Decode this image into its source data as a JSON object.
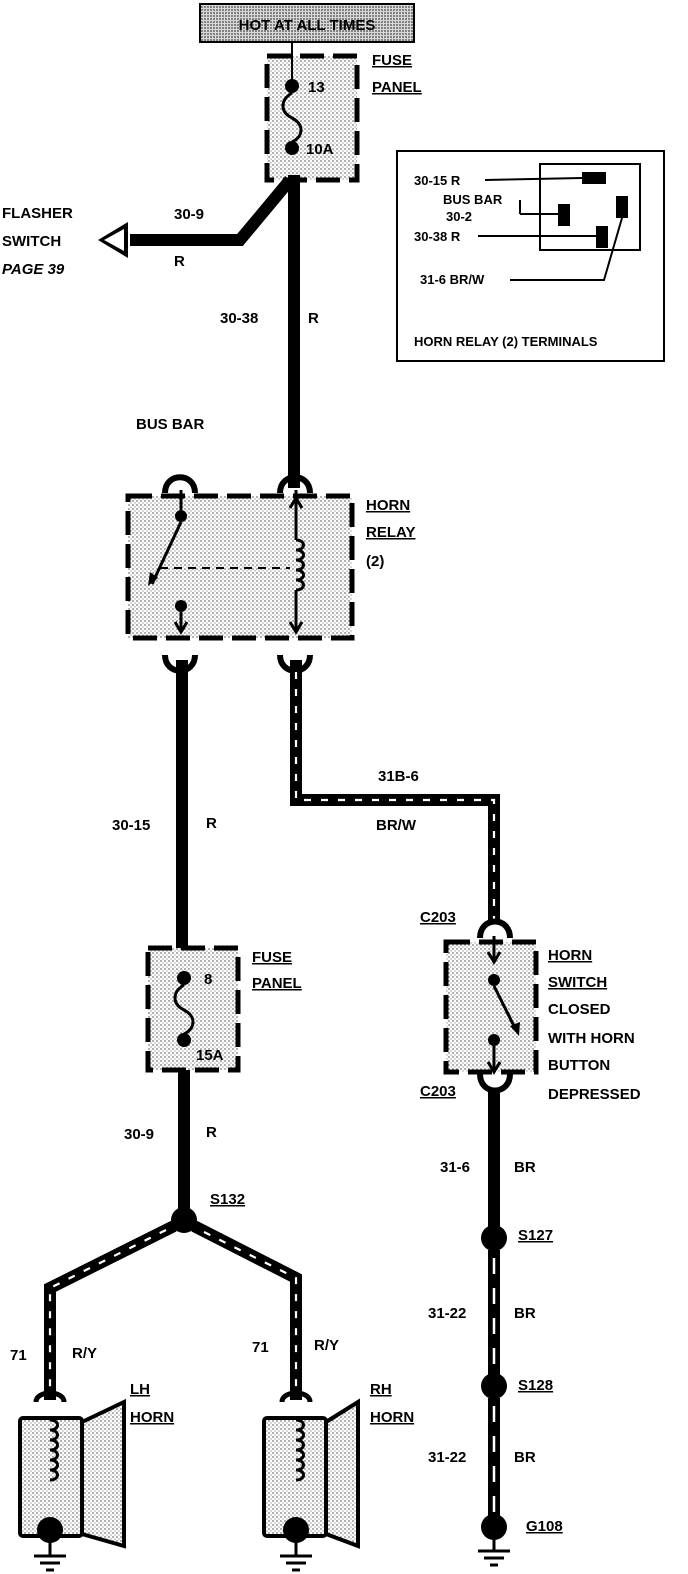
{
  "header": {
    "title": "HOT AT ALL TIMES"
  },
  "fuse_top": {
    "name_line1": "FUSE",
    "name_line2": "PANEL",
    "fuse_number": "13",
    "rating": "10A"
  },
  "flasher": {
    "line1": "FLASHER",
    "line2": "SWITCH",
    "page_ref": "PAGE 39",
    "circuit": "30-9",
    "color": "R"
  },
  "feed_wire": {
    "circuit": "30-38",
    "color": "R"
  },
  "bus_bar": {
    "label": "BUS BAR"
  },
  "horn_relay": {
    "line1": "HORN",
    "line2": "RELAY",
    "line3": "(2)"
  },
  "inset": {
    "title": "HORN RELAY (2) TERMINALS",
    "labels": [
      "30-15 R",
      "BUS BAR",
      "30-2",
      "30-38 R",
      "31-6 BR/W"
    ]
  },
  "wire_relay_to_fuse": {
    "circuit": "30-15",
    "color": "R"
  },
  "wire_relay_to_switch": {
    "circuit": "31B-6",
    "color": "BR/W"
  },
  "fuse_bottom": {
    "name_line1": "FUSE",
    "name_line2": "PANEL",
    "fuse_number": "8",
    "rating": "15A"
  },
  "wire_fuse_to_splice": {
    "circuit": "30-9",
    "color": "R"
  },
  "splice_s132": {
    "label": "S132"
  },
  "horn_wires": {
    "circuit": "71",
    "color": "R/Y"
  },
  "lh_horn": {
    "line1": "LH",
    "line2": "HORN"
  },
  "rh_horn": {
    "line1": "RH",
    "line2": "HORN"
  },
  "connector": {
    "top": "C203",
    "bottom": "C203"
  },
  "horn_switch": {
    "lines": [
      "HORN",
      "SWITCH",
      "CLOSED",
      "WITH HORN",
      "BUTTON",
      "DEPRESSED"
    ]
  },
  "wire_switch_to_s127": {
    "circuit": "31-6",
    "color": "BR"
  },
  "splice_s127": {
    "label": "S127"
  },
  "wire_s127_to_s128": {
    "circuit": "31-22",
    "color": "BR"
  },
  "splice_s128": {
    "label": "S128"
  },
  "wire_s128_to_ground": {
    "circuit": "31-22",
    "color": "BR"
  },
  "ground": {
    "label": "G108"
  }
}
